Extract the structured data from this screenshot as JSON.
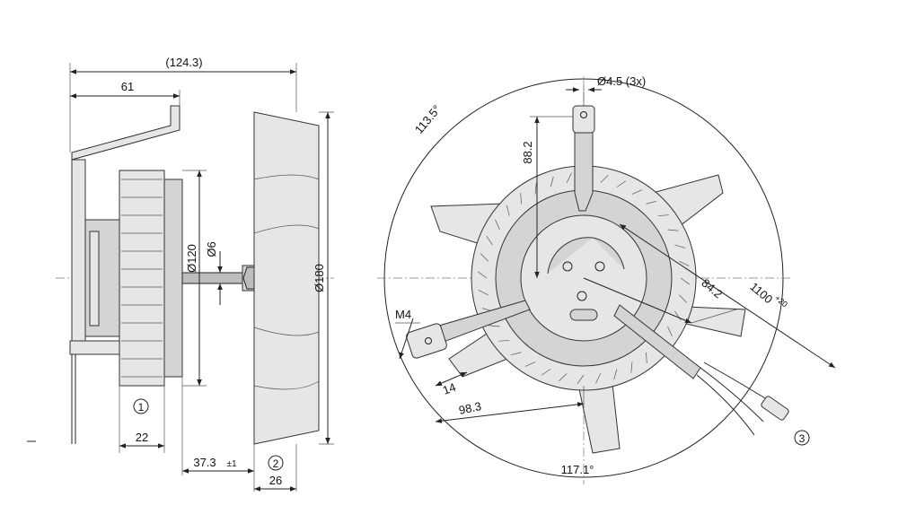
{
  "dimensions": {
    "overall_length": "(124.3)",
    "bracket_length": "61",
    "dia_120": "Ø120",
    "dia_6": "Ø6",
    "dia_180": "Ø180",
    "d22": "22",
    "d37_3": "37.3",
    "d37_3_tol": "±1",
    "d26": "26",
    "angle_113_5": "113.5°",
    "angle_117_1": "117.1°",
    "d88_2": "88.2",
    "hole_dia": "Ø4.5 (3x)",
    "d84_2": "84.2",
    "cable_1100": "1100",
    "cable_tol": "+20",
    "thread_m4": "M4",
    "d14": "14",
    "d98_3": "98.3"
  },
  "callouts": {
    "c1": "1",
    "c2": "2",
    "c3": "3"
  }
}
